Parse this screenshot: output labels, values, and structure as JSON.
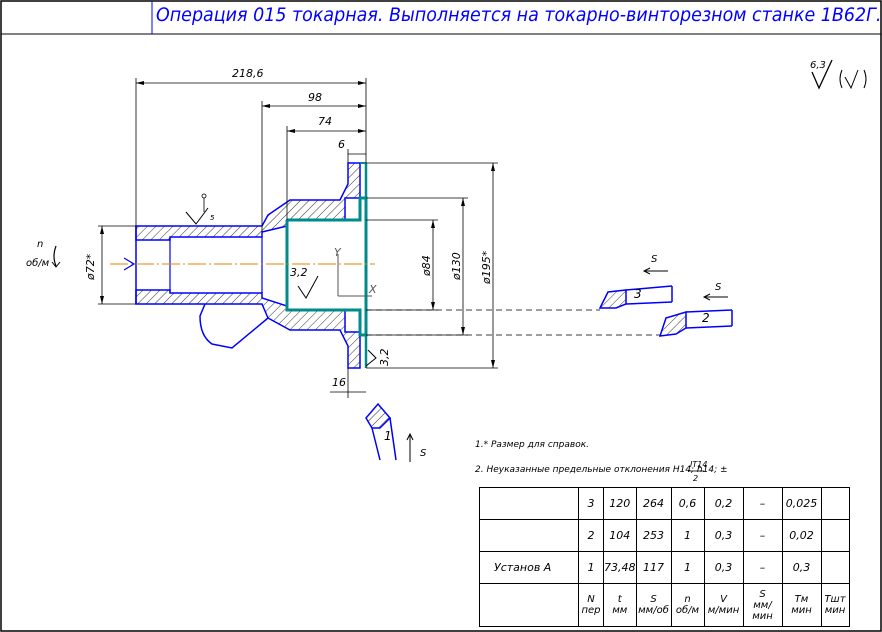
{
  "title": "Операция  015 токарная. Выполняется на токарно-винторезном станке 1В62Г.",
  "roughness": {
    "value": "6,3"
  },
  "spindle_label": {
    "line1": "n",
    "line2": "об/м"
  },
  "dimensions": {
    "d218": "218,6",
    "d98": "98",
    "d74": "74",
    "d6": "6",
    "d16": "16",
    "phi72": "ø72*",
    "phi84": "ø84",
    "phi130": "ø130",
    "phi195": "ø195*",
    "r32a": "3,2",
    "r32b": "3,2",
    "rough_small": "5"
  },
  "axes": {
    "y": "Y",
    "x": "X"
  },
  "tools": [
    {
      "num": "1",
      "feed": "S"
    },
    {
      "num": "2",
      "feed": "S"
    },
    {
      "num": "3",
      "feed": "S"
    }
  ],
  "notes": [
    "1.* Размер для справок.",
    "2. Неуказанные предельные отклонения Н14; h14; ±"
  ],
  "tolerance_fraction": {
    "num": "IT14",
    "den": "2"
  },
  "table": {
    "ustanov": "Установ А",
    "rows": [
      {
        "n": "3",
        "t": "120",
        "s": "264",
        "rpm": "0,6",
        "v": "0,2",
        "sm": "–",
        "tm": "0,025"
      },
      {
        "n": "2",
        "t": "104",
        "s": "253",
        "rpm": "1",
        "v": "0,3",
        "sm": "–",
        "tm": "0,02"
      },
      {
        "n": "1",
        "t": "73,48",
        "s": "117",
        "rpm": "1",
        "v": "0,3",
        "sm": "–",
        "tm": "0,3"
      }
    ],
    "header": {
      "n": "N\nпер",
      "t": "t\nмм",
      "s": "S\nмм/об",
      "rpm": "n\nоб/м",
      "v": "V\nм/мин",
      "sm": "S\nмм/мин",
      "tm": "Tм\nмин",
      "tsht": "Tшт\nмин"
    }
  },
  "colors": {
    "blue": "#0000ff",
    "teal": "#008b8b",
    "orange": "#e08a00",
    "black": "#000000"
  }
}
